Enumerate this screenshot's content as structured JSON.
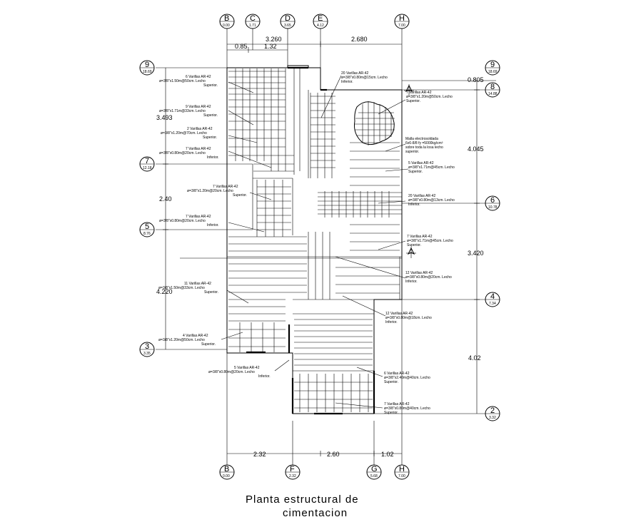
{
  "title": {
    "line1": "Planta   estructural  de",
    "line2": "cimentacion"
  },
  "axes_top": [
    {
      "label": "B",
      "sub": "0.00"
    },
    {
      "label": "C",
      "sub": "1.71"
    },
    {
      "label": "D",
      "sub": "3.65"
    },
    {
      "label": "E",
      "sub": "4.12"
    },
    {
      "label": "H",
      "sub": "7.00"
    }
  ],
  "axes_bottom": [
    {
      "label": "B",
      "sub": "0.00"
    },
    {
      "label": "F",
      "sub": "2.32"
    },
    {
      "label": "G",
      "sub": "5.68"
    },
    {
      "label": "H",
      "sub": "7.00"
    }
  ],
  "axes_left": [
    {
      "label": "9",
      "sub": "18.69"
    },
    {
      "label": "7",
      "sub": "12.18"
    },
    {
      "label": "5",
      "sub": "8.76"
    },
    {
      "label": "3",
      "sub": "3.35"
    }
  ],
  "axes_right": [
    {
      "label": "9",
      "sub": "18.69"
    },
    {
      "label": "8",
      "sub": "14.88"
    },
    {
      "label": "6",
      "sub": "10.78"
    },
    {
      "label": "4",
      "sub": "7.34"
    },
    {
      "label": "2",
      "sub": "3.32"
    }
  ],
  "dims": {
    "top_total": "3.260",
    "top_right": "2.680",
    "top_a": "0.85",
    "top_b": "1.32",
    "bottom_a": "2.32",
    "bottom_b": "2.60",
    "bottom_c": "1.02",
    "left_a": "3.493",
    "left_b": "2.40",
    "left_c": "4.220",
    "right_a": "0.805",
    "right_b": "4.045",
    "right_c": "3.420",
    "right_d": "4.02"
  },
  "notes": [
    {
      "l1": "6 Varillas AR-42",
      "l2": "ø=3/8\"x1.50m@50cm. Lecho",
      "l3": "Superior."
    },
    {
      "l1": "9 Varillas AR-42",
      "l2": "ø=3/8\"x1.71m@33cm. Lecho",
      "l3": "Superior."
    },
    {
      "l1": "2 Varillas AR-42",
      "l2": "ø=3/8\"x1.20m@70cm. Lecho",
      "l3": "Superior."
    },
    {
      "l1": "7 Varillas AR-42",
      "l2": "ø=3/8\"x0.80m@20cm. Lecho",
      "l3": "Inferior."
    },
    {
      "l1": "7 Varillas AR-42",
      "l2": "ø=3/8\"x1.20m@20cm. Lecho",
      "l3": "Superior."
    },
    {
      "l1": "7 Varillas AR-42",
      "l2": "ø=3/8\"x0.80m@20cm. Lecho",
      "l3": "Inferior."
    },
    {
      "l1": "11 Varillas AR-42",
      "l2": "ø=3/8\"x1.50m@33cm. Lecho",
      "l3": "Superior."
    },
    {
      "l1": "4 Varillas AR-42",
      "l2": "ø=3/8\"x1.20m@50cm. Lecho",
      "l3": "Superior."
    },
    {
      "l1": "5 Varillas AR-42",
      "l2": "ø=3/8\"x0.80m@20cm. Lecho",
      "l3": "Inferior."
    },
    {
      "l1": "20 Varillas AR-42",
      "l2": "ø=3/8\"x0.80m@15cm. Lecho",
      "l3": "Inferior."
    },
    {
      "l1": "7 Varillas AR-42",
      "l2": "ø=3/8\"x1.20m@50cm. Lecho",
      "l3": "Superior."
    },
    {
      "l1": "Malla electrosoldada",
      "l2": "6x6-8/8 fy =5000kg/cm²",
      "l3": "sobre toda la losa lecho"
    },
    {
      "l1": "5 Varillas AR-42",
      "l2": "ø=3/8\"x1.71m@45cm. Lecho",
      "l3": "Superior."
    },
    {
      "l1": "20 Varillas AR-42",
      "l2": "ø=3/8\"x0.80m@13cm. Lecho",
      "l3": "Inferior."
    },
    {
      "l1": "7 Varillas AR-42",
      "l2": "ø=3/8\"x1.71m@45cm. Lecho",
      "l3": "Superior."
    },
    {
      "l1": "12 Varillas AR-42",
      "l2": "ø=3/8\"x0.80m@20cm. Lecho",
      "l3": "Inferior."
    },
    {
      "l1": "12 Varillas AR-42",
      "l2": "ø=3/8\"x0.80m@18cm. Lecho",
      "l3": "Inferior."
    },
    {
      "l1": "6 Varillas AR-42",
      "l2": "ø=3/8\"x2.40m@40cm. Lecho",
      "l3": "Superior."
    },
    {
      "l1": "7 Varillas AR-42",
      "l2": "ø=3/8\"x0.80m@40cm. Lecho",
      "l3": "Superior."
    }
  ],
  "note_extra": "superior."
}
